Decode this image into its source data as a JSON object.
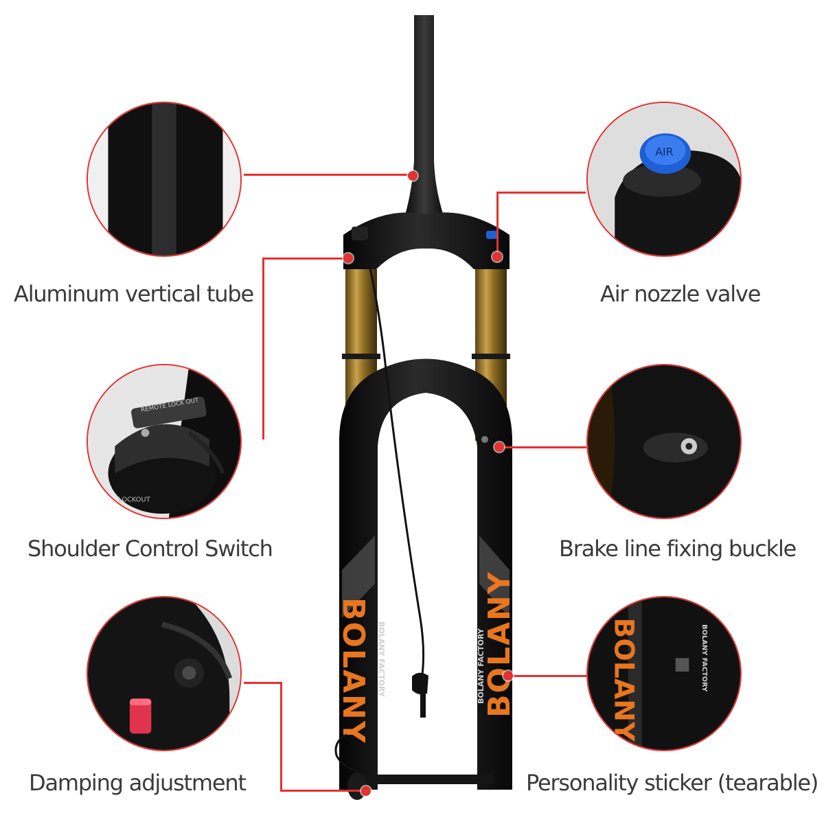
{
  "labels": {
    "aluminum_tube": "Aluminum vertical tube",
    "air_nozzle": "Air nozzle valve",
    "shoulder_switch": "Shoulder Control Switch",
    "brake_buckle": "Brake line fixing buckle",
    "damping": "Damping adjustment",
    "sticker": "Personality sticker (tearable)"
  },
  "fork_text": {
    "brand": "BOLANY",
    "factory": "BOLANY FACTORY",
    "valve_cap": "AIR",
    "switch_engraving": "REMOTE LOCK OUT",
    "switch_base": "LOCKOUT"
  },
  "colors": {
    "accent_red": "#e5312f",
    "brand_orange": "#e8761f",
    "stanchion_gold": "#9b7a2a",
    "frame_black": "#141414",
    "valve_blue": "#1e5fd6",
    "knob_red": "#e0344d"
  }
}
